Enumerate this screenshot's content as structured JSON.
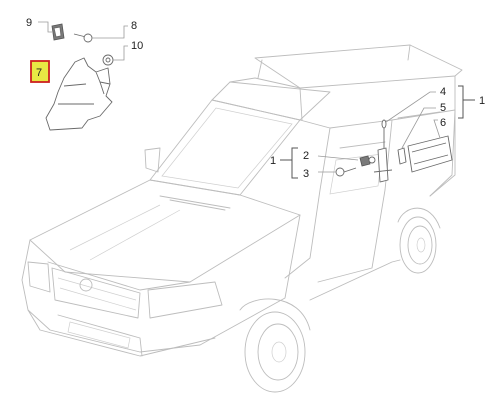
{
  "callouts": {
    "c1a": "1",
    "c1b": "1",
    "c2": "2",
    "c3": "3",
    "c4": "4",
    "c5": "5",
    "c6": "6",
    "c7": "7",
    "c8": "8",
    "c9": "9",
    "c10": "10"
  },
  "colors": {
    "highlight_fill": "#e8e844",
    "highlight_border": "#cc2020",
    "line": "#bdbdbd"
  }
}
